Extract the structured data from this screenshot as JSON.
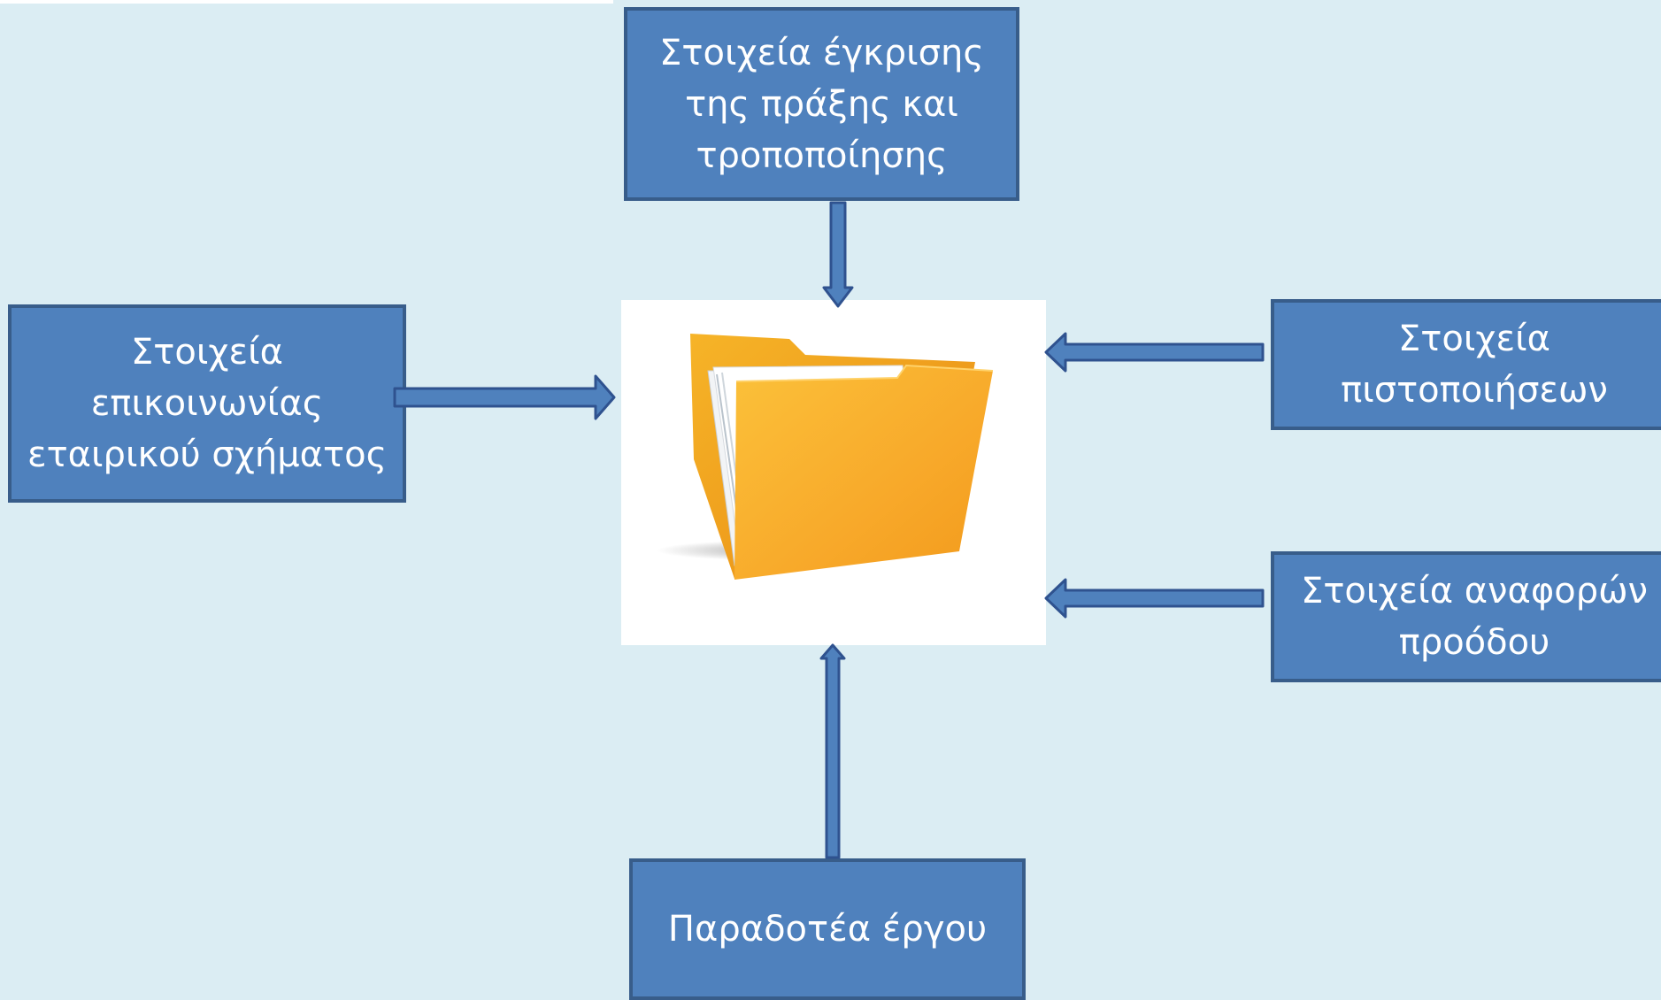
{
  "colors": {
    "background": "#dbedf3",
    "box_fill": "#4f81bd",
    "box_border": "#385d8a",
    "arrow_fill": "#4f81bd",
    "arrow_stroke": "#2f528f",
    "folder": "#f7a821"
  },
  "center": {
    "icon": "folder-icon"
  },
  "boxes": {
    "top": "Στοιχεία έγκρισης\nτης πράξης και\nτροποποίησης",
    "left": "Στοιχεία\nεπικοινωνίας\nεταιρικού σχήματος",
    "right_upper": "Στοιχεία\nπιστοποιήσεων",
    "right_lower": "Στοιχεία αναφορών\nπροόδου",
    "bottom": "Παραδοτέα έργου"
  }
}
